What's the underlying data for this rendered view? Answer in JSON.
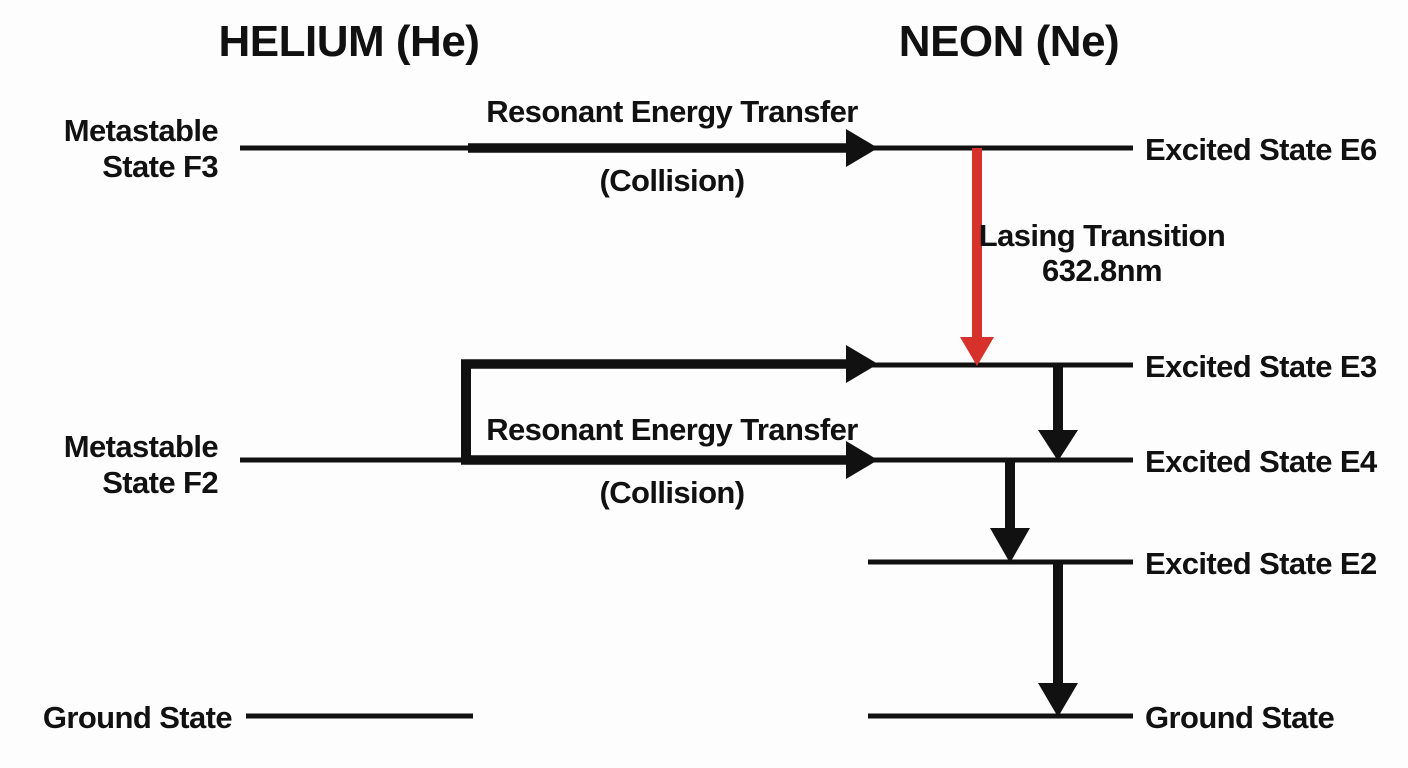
{
  "figure": {
    "title_he": "HELIUM (He)",
    "title_ne": "NEON (Ne)",
    "accent_red": "#D6312B",
    "ink": "#111111",
    "background": "#FDFDFD"
  },
  "helium": {
    "header": "HELIUM (He)",
    "levels": [
      {
        "id": "F3",
        "label_line1": "Metastable",
        "label_line2": "State F3"
      },
      {
        "id": "F2",
        "label_line1": "Metastable",
        "label_line2": "State F2"
      },
      {
        "id": "G",
        "label_line1": "Ground State",
        "label_line2": ""
      }
    ]
  },
  "neon": {
    "header": "NEON (Ne)",
    "levels": [
      {
        "id": "E6",
        "label": "Excited State E6"
      },
      {
        "id": "E3",
        "label": "Excited State E3"
      },
      {
        "id": "E4",
        "label": "Excited State E4"
      },
      {
        "id": "E2",
        "label": "Excited State E2"
      },
      {
        "id": "G",
        "label": "Ground State"
      }
    ]
  },
  "transfers": [
    {
      "id": "transfer-top",
      "from": "F3",
      "to": "E6",
      "line1": "Resonant Energy Transfer",
      "line2": "(Collision)"
    },
    {
      "id": "transfer-bottom",
      "from": "F2",
      "to": "E3 and E4",
      "line1": "Resonant Energy Transfer",
      "line2": "(Collision)"
    }
  ],
  "lasing": {
    "id": "lasing-transition",
    "from": "E6",
    "to": "E3",
    "line1": "Lasing Transition",
    "line2": "632.8nm",
    "color": "#D6312B"
  },
  "decays": [
    {
      "id": "decay-e3-e4",
      "from": "E3",
      "to": "E4"
    },
    {
      "id": "decay-e4-e2",
      "from": "E4",
      "to": "E2"
    },
    {
      "id": "decay-e2-ground",
      "from": "E2",
      "to": "Ground State"
    }
  ]
}
